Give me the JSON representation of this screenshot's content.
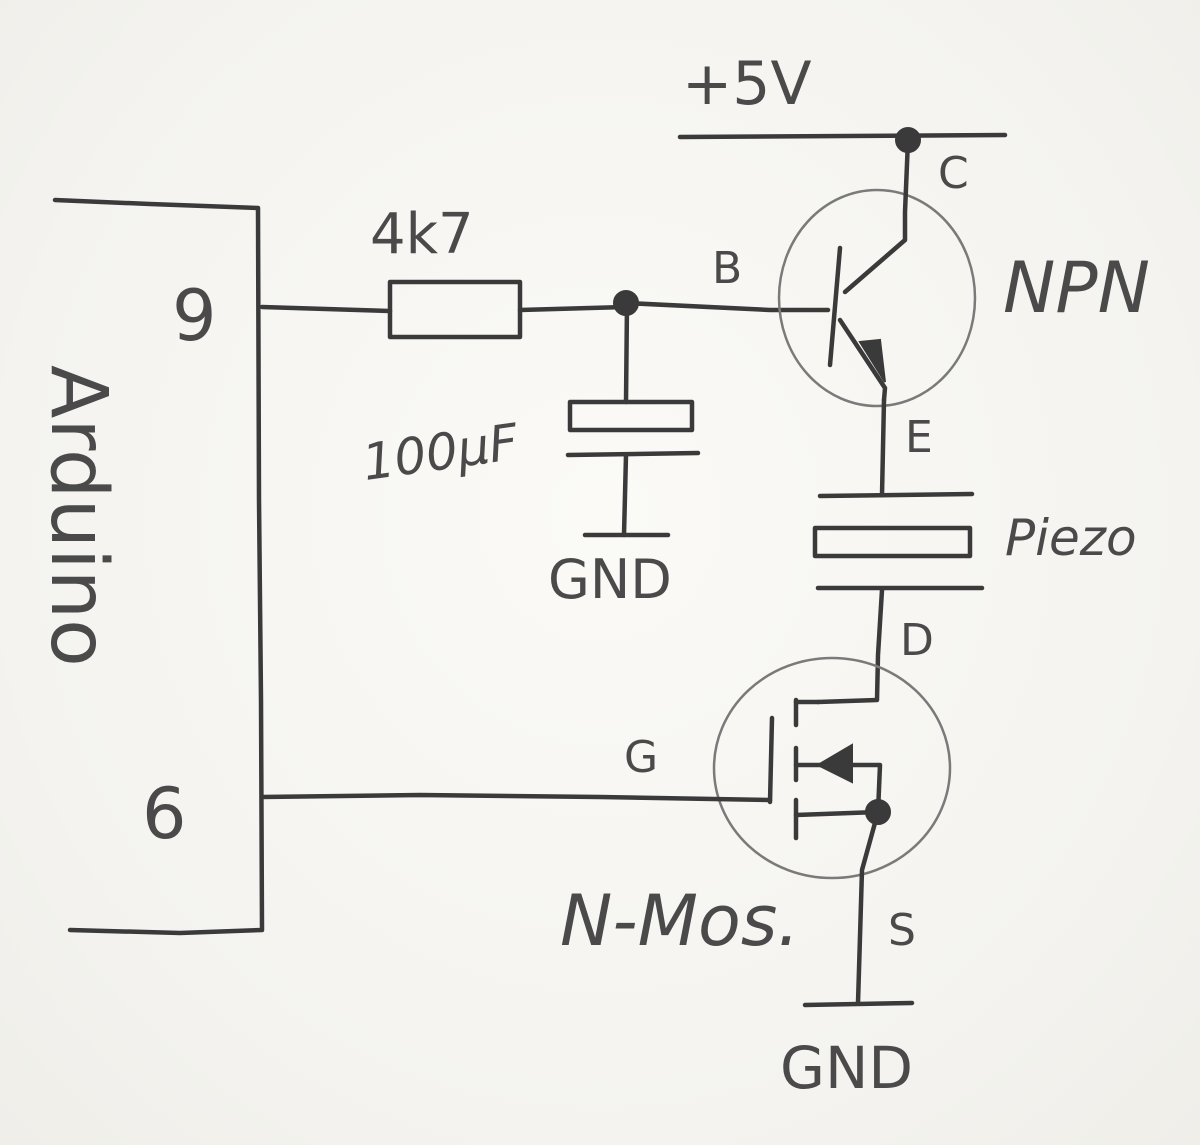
{
  "diagram": {
    "supply_label": "+5V",
    "arduino": {
      "label": "Arduino",
      "pin_9": "9",
      "pin_6": "6"
    },
    "resistor": {
      "value": "4k7"
    },
    "capacitor": {
      "value": "100µF"
    },
    "gnd_cap": "GND",
    "npn": {
      "type": "NPN",
      "collector": "C",
      "base": "B",
      "emitter": "E"
    },
    "piezo": "Piezo",
    "mosfet": {
      "type": "N-Mos.",
      "gate": "G",
      "drain": "D",
      "source": "S"
    },
    "gnd_mos": "GND"
  }
}
